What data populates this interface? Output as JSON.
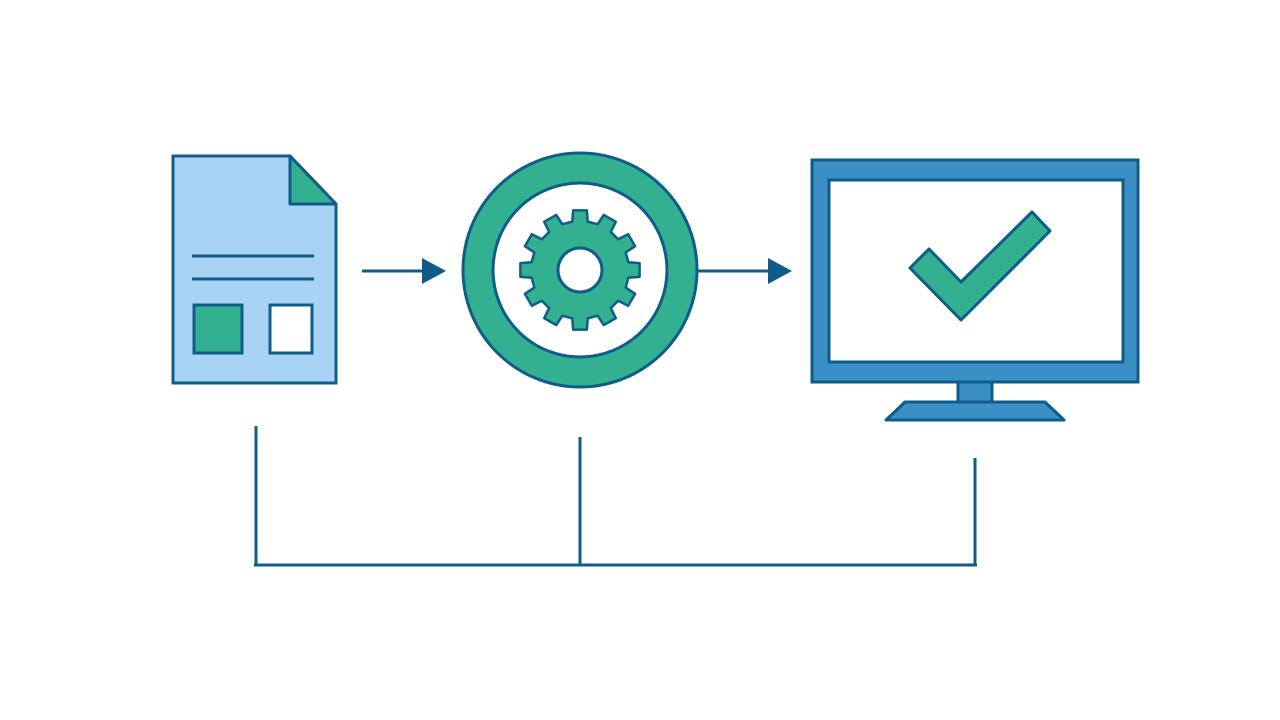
{
  "diagram": {
    "stages": [
      {
        "id": "document",
        "icon": "document-icon"
      },
      {
        "id": "processing",
        "icon": "gear-icon"
      },
      {
        "id": "result",
        "icon": "monitor-check-icon"
      }
    ],
    "colors": {
      "background": "#ffffff",
      "stroke": "#0f5c8a",
      "document_fill": "#a9d3f5",
      "teal": "#33b08f",
      "white": "#ffffff",
      "screen_fill": "#3a8fc4"
    }
  }
}
